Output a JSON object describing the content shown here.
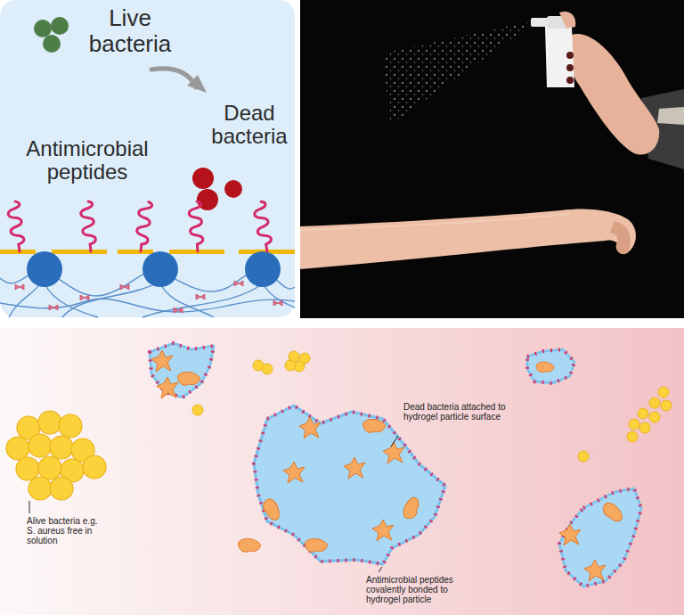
{
  "diagram": {
    "labels": [
      "Live bacteria",
      "Dead bacteria",
      "Antimicrobial peptides",
      "Dead bacteria attached to hydrogel particle surface",
      "Alive bacteria e.g. S. aureus free in solution",
      "Antimicrobial peptides covalently bonded to hydrogel particle"
    ]
  }
}
